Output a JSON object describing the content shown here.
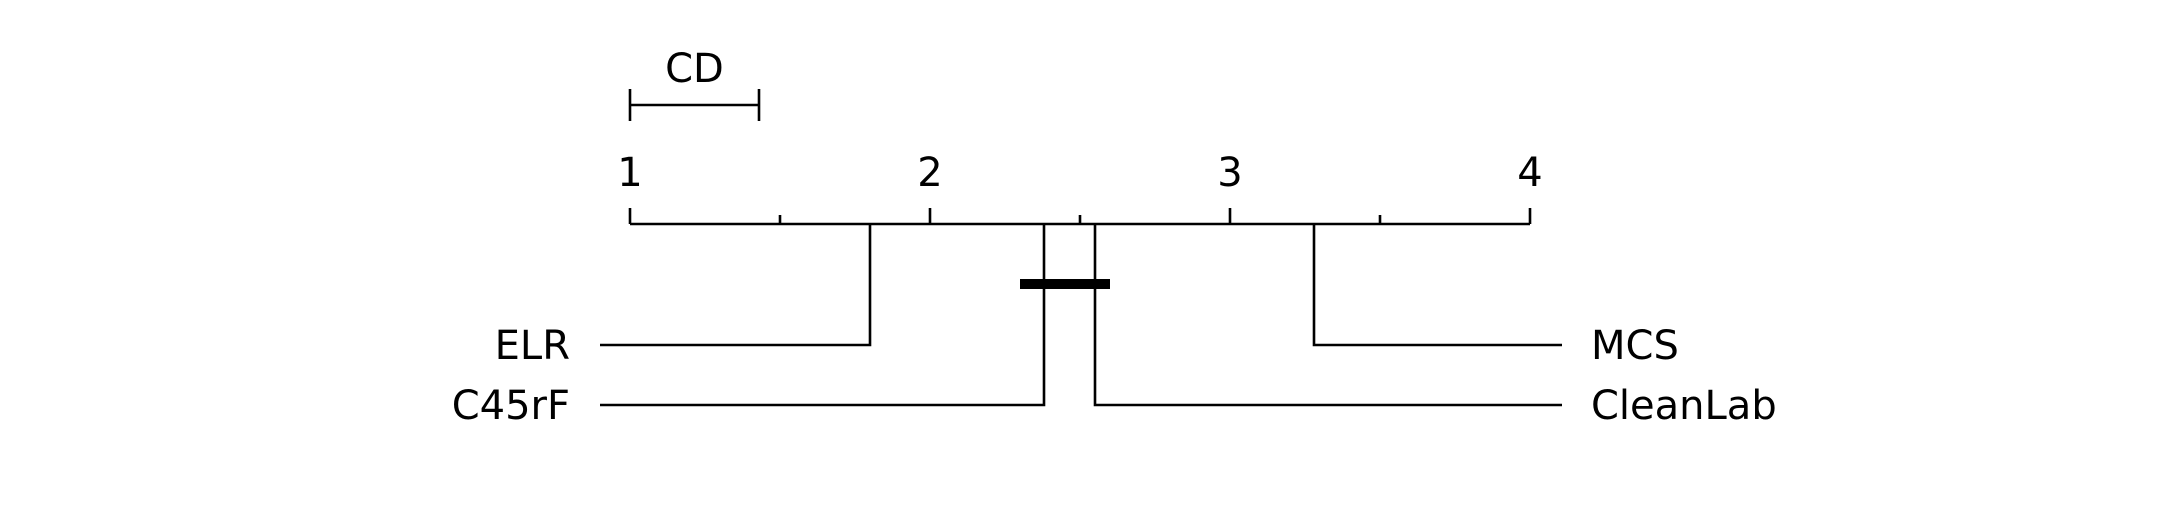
{
  "chart_data": {
    "type": "critical-difference",
    "title": "",
    "cd_label": "CD",
    "cd_value": 0.43,
    "axis": {
      "min": 1,
      "max": 4,
      "ticks": [
        1,
        2,
        3,
        4
      ],
      "tick_labels": [
        "1",
        "2",
        "3",
        "4"
      ],
      "minor_ticks": [
        1.5,
        2.5,
        3.5
      ]
    },
    "methods": [
      {
        "name": "ELR",
        "rank": 1.8,
        "side": "left",
        "row": 0
      },
      {
        "name": "C45rF",
        "rank": 2.38,
        "side": "left",
        "row": 1
      },
      {
        "name": "MCS",
        "rank": 3.28,
        "side": "right",
        "row": 0
      },
      {
        "name": "CleanLab",
        "rank": 2.55,
        "side": "right",
        "row": 1
      }
    ],
    "cliques": [
      {
        "from": 2.3,
        "to": 2.6
      }
    ]
  }
}
